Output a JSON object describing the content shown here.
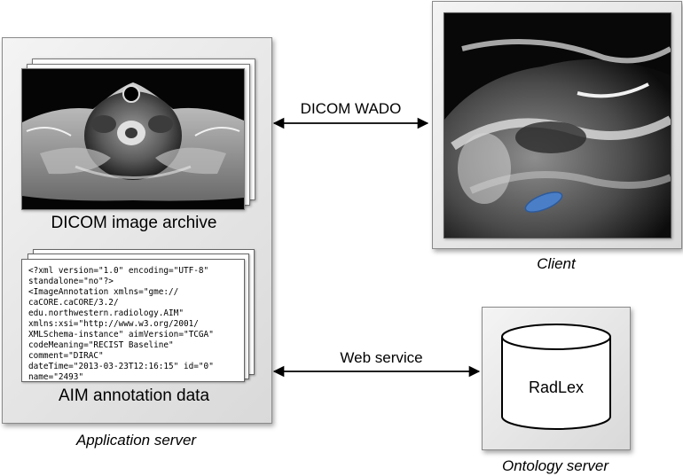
{
  "application_server": {
    "label": "Application server",
    "archive": {
      "label": "DICOM image archive"
    },
    "annotation": {
      "label": "AIM annotation data",
      "xml_lines": [
        "<?xml version=\"1.0\" encoding=\"UTF-8\"",
        "standalone=\"no\"?>",
        "<ImageAnnotation xmlns=\"gme://",
        "caCORE.caCORE/3.2/",
        "edu.northwestern.radiology.AIM\"",
        "xmlns:xsi=\"http://www.w3.org/2001/",
        "XMLSchema-instance\" aimVersion=\"TCGA\"",
        "codeMeaning=\"RECIST Baseline\"",
        "comment=\"DIRAC\"",
        "dateTime=\"2013-03-23T12:16:15\" id=\"0\"",
        "name=\"2493\""
      ]
    }
  },
  "client": {
    "label": "Client"
  },
  "ontology_server": {
    "label": "Ontology server",
    "database": {
      "label": "RadLex"
    }
  },
  "connections": {
    "dicom_wado": {
      "label": "DICOM WADO"
    },
    "web_service": {
      "label": "Web service"
    }
  },
  "colors": {
    "box_border": "#8a8a8a",
    "annotation_roi": "#4a7fc8"
  },
  "icons": {
    "archive_image": "axial-mri-neck-image",
    "client_image": "sagittal-mri-image",
    "database": "cylinder-database-icon"
  }
}
